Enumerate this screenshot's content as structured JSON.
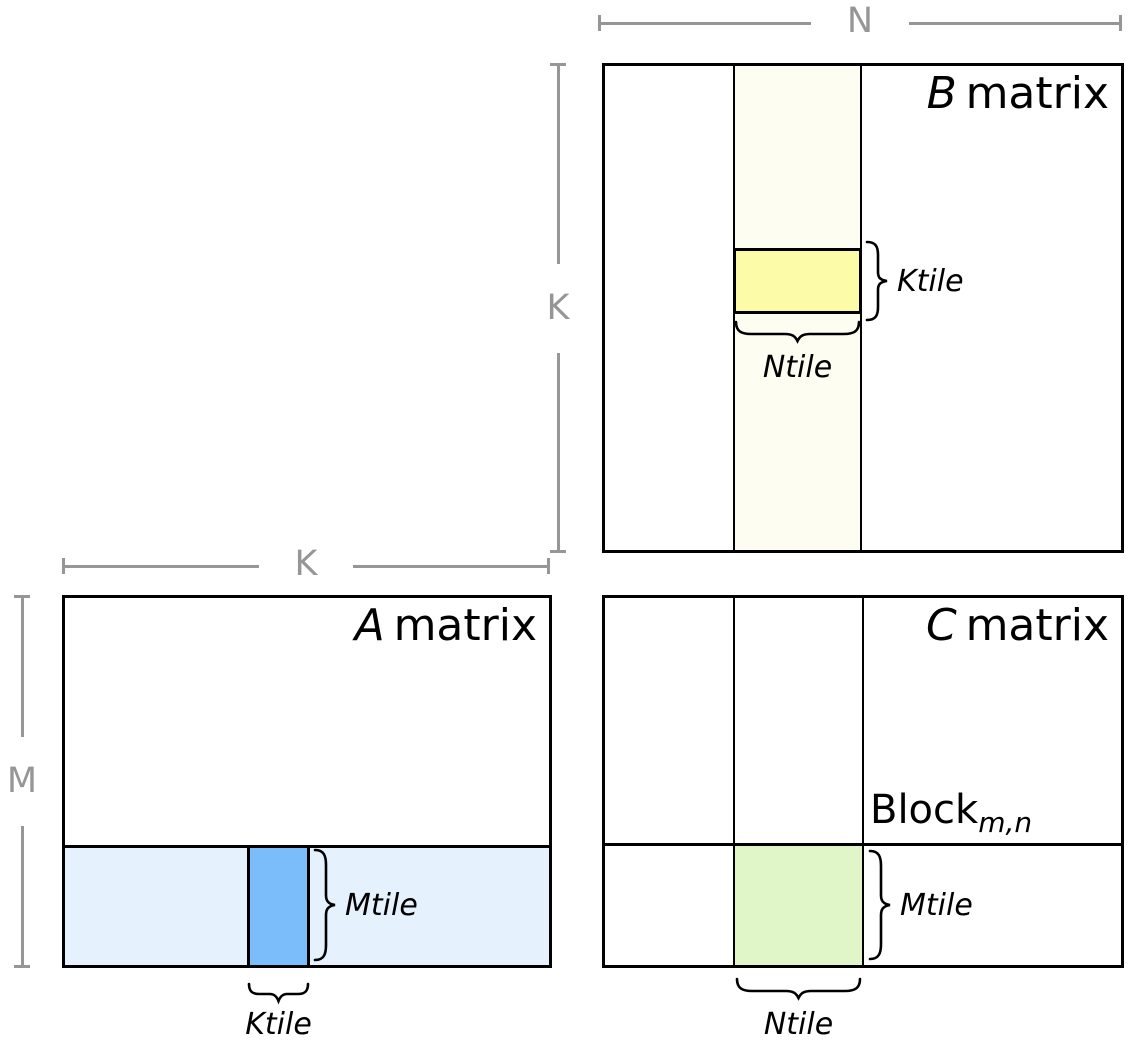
{
  "diagram": {
    "dimensions": {
      "n": "N",
      "k_vertical": "K",
      "k_horizontal": "K",
      "m": "M"
    },
    "matrix_b": {
      "name_var": "B",
      "name_rest": "matrix",
      "tile_brace_label": "Ktile",
      "strip_brace_label": "Ntile"
    },
    "matrix_a": {
      "name_var": "A",
      "name_rest": "matrix",
      "tile_brace_label": "Mtile",
      "strip_brace_label": "Ktile"
    },
    "matrix_c": {
      "name_var": "C",
      "name_rest": "matrix",
      "block_label": "Block",
      "block_subscript": "m,n",
      "tile_brace_label": "Mtile",
      "strip_brace_label": "Ntile"
    }
  },
  "colors": {
    "dim-line": "#969696",
    "matrix-border": "#000000",
    "b-strip-fill": "#FDFDF2",
    "b-tile-fill": "#FCFCA8",
    "a-strip-fill": "#E5F1FC",
    "a-tile-fill": "#7BBCFB",
    "c-tile-fill": "#E0F5C8"
  }
}
